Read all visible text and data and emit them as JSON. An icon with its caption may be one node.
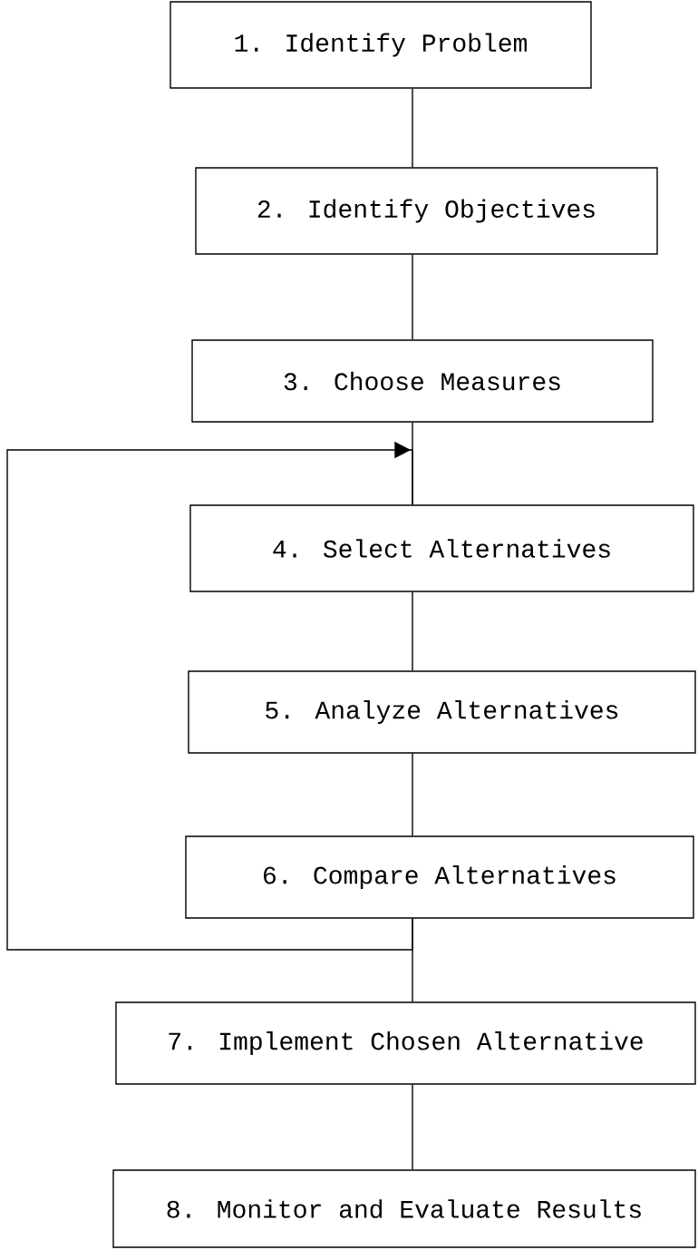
{
  "diagram": {
    "nodes": [
      {
        "text": [
          "1. Identify Problem"
        ]
      },
      {
        "text": [
          "2. Identify Objectives"
        ]
      },
      {
        "text": [
          "3. Choose Measures"
        ]
      },
      {
        "text": [
          "4. Select Alternatives"
        ]
      },
      {
        "text": [
          "5. Analyze Alternatives"
        ]
      },
      {
        "text": [
          "6. Compare Alternatives"
        ]
      },
      {
        "text": [
          "7. Implement Chosen Alternative"
        ]
      },
      {
        "text": [
          "8. Monitor and Evaluate Results"
        ]
      }
    ],
    "edges": [
      {
        "from": 0,
        "to": 1,
        "arrow": "none"
      },
      {
        "from": 1,
        "to": 2,
        "arrow": "none"
      },
      {
        "from": 2,
        "to": 3,
        "arrow": "none"
      },
      {
        "from": 3,
        "to": 4,
        "arrow": "none"
      },
      {
        "from": 4,
        "to": 5,
        "arrow": "none"
      },
      {
        "from": 5,
        "to": 6,
        "arrow": "none"
      },
      {
        "from": 6,
        "to": 7,
        "arrow": "none"
      },
      {
        "from": 5,
        "to": 3,
        "arrow": "to"
      }
    ]
  }
}
